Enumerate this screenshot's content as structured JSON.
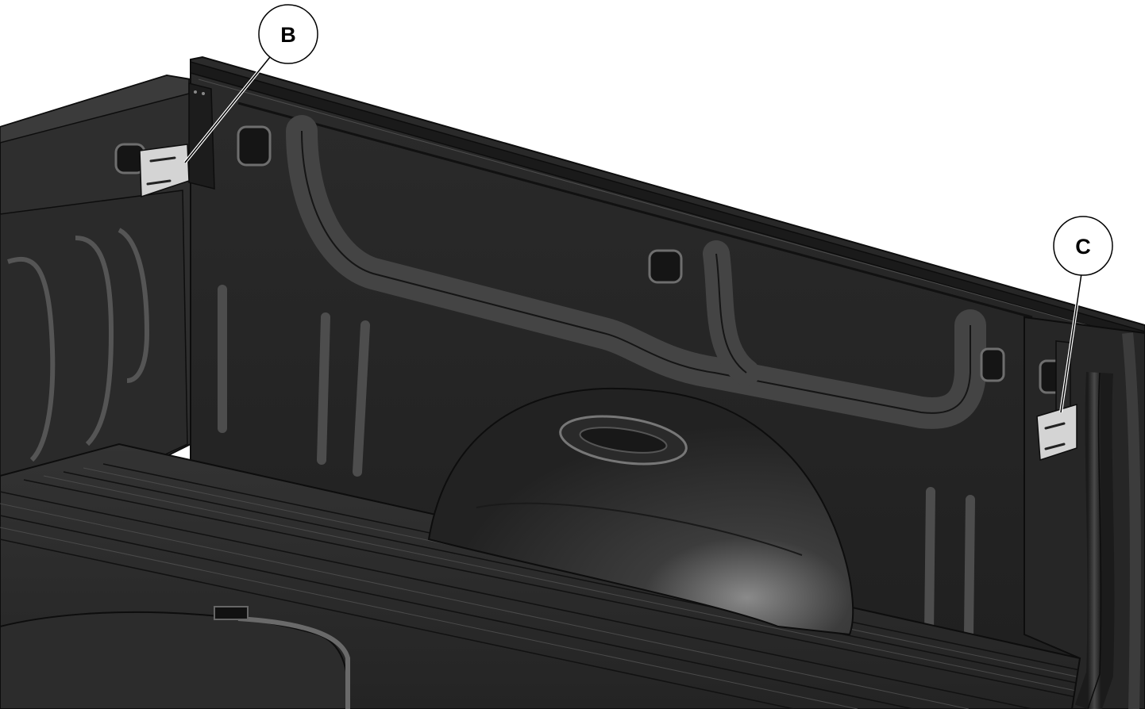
{
  "callouts": [
    {
      "label": "B",
      "target": "left-bracket"
    },
    {
      "label": "C",
      "target": "right-bracket"
    }
  ],
  "colors": {
    "background": "#ffffff",
    "bed_dark": "#262626",
    "bed_mid": "#3a3a3a",
    "bed_light": "#5a5a5a",
    "line": "#0d0d0d",
    "bracket": "#d4d4d4",
    "callout_stroke": "#000000"
  }
}
